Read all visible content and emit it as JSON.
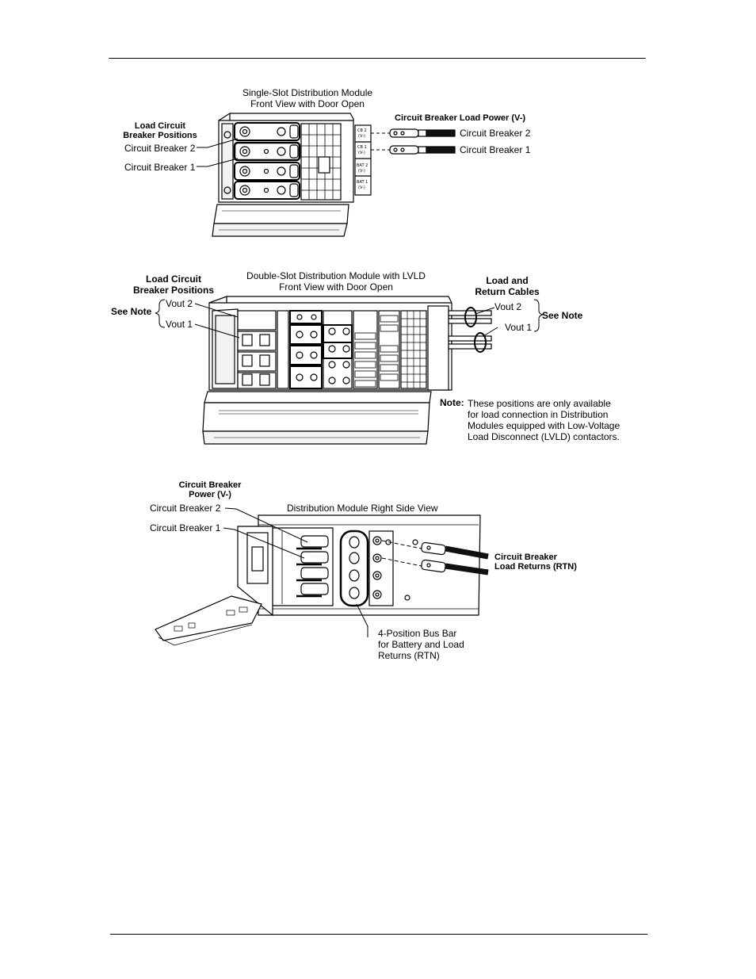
{
  "fig1": {
    "title_line1": "Single-Slot Distribution Module",
    "title_line2": "Front View with Door Open",
    "positions_line1": "Load Circuit",
    "positions_line2": "Breaker Positions",
    "cb2": "Circuit Breaker 2",
    "cb1": "Circuit Breaker 1",
    "load_power": "Circuit Breaker Load Power (V-)",
    "cable_cb2": "Circuit Breaker 2",
    "cable_cb1": "Circuit Breaker 1"
  },
  "fig2": {
    "title_line1": "Double-Slot Distribution Module with LVLD",
    "title_line2": "Front View with Door Open",
    "positions_line1": "Load Circuit",
    "positions_line2": "Breaker Positions",
    "see_note_left": "See Note",
    "vout2_left": "Vout 2",
    "vout1_left": "Vout 1",
    "cables_line1": "Load and",
    "cables_line2": "Return Cables",
    "vout2_right": "Vout 2",
    "vout1_right": "Vout 1",
    "see_note_right": "See Note",
    "note_label": "Note:",
    "note_line1": "These positions are only available",
    "note_line2": "for load connection in Distribution",
    "note_line3": "Modules equipped with Low-Voltage",
    "note_line4": "Load Disconnect (LVLD) contactors."
  },
  "fig3": {
    "power_line1": "Circuit Breaker",
    "power_line2": "Power (V-)",
    "cb2": "Circuit Breaker 2",
    "cb1": "Circuit Breaker 1",
    "title": "Distribution Module Right Side View",
    "returns_line1": "Circuit Breaker",
    "returns_line2": "Load Returns (RTN)",
    "busbar_line1": "4-Position Bus Bar",
    "busbar_line2": "for Battery and Load",
    "busbar_line3": "Returns (RTN)"
  }
}
